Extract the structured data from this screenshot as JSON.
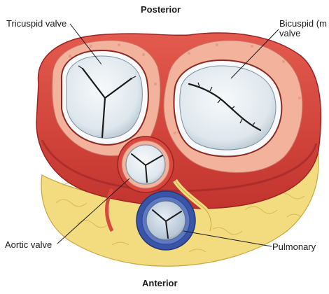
{
  "labels": {
    "posterior": "Posterior",
    "anterior": "Anterior",
    "tricuspid": "Tricuspid valve",
    "bicuspid_line1": "Bicuspid (m",
    "bicuspid_line2": "valve",
    "aortic": "Aortic valve",
    "pulmonary": "Pulmonary"
  },
  "colors": {
    "muscle": "#d9473f",
    "muscle_dark": "#b22c28",
    "muscle_light": "#ee7d6f",
    "fibrous": "#f2b29c",
    "fat": "#f3dc80",
    "fat_edge": "#c9a73c",
    "leaflet": "#e7edf1",
    "leaflet_shadow": "#9fb2bf",
    "pulmonary_ring": "#3a55a8",
    "line": "#1a1a1a"
  }
}
